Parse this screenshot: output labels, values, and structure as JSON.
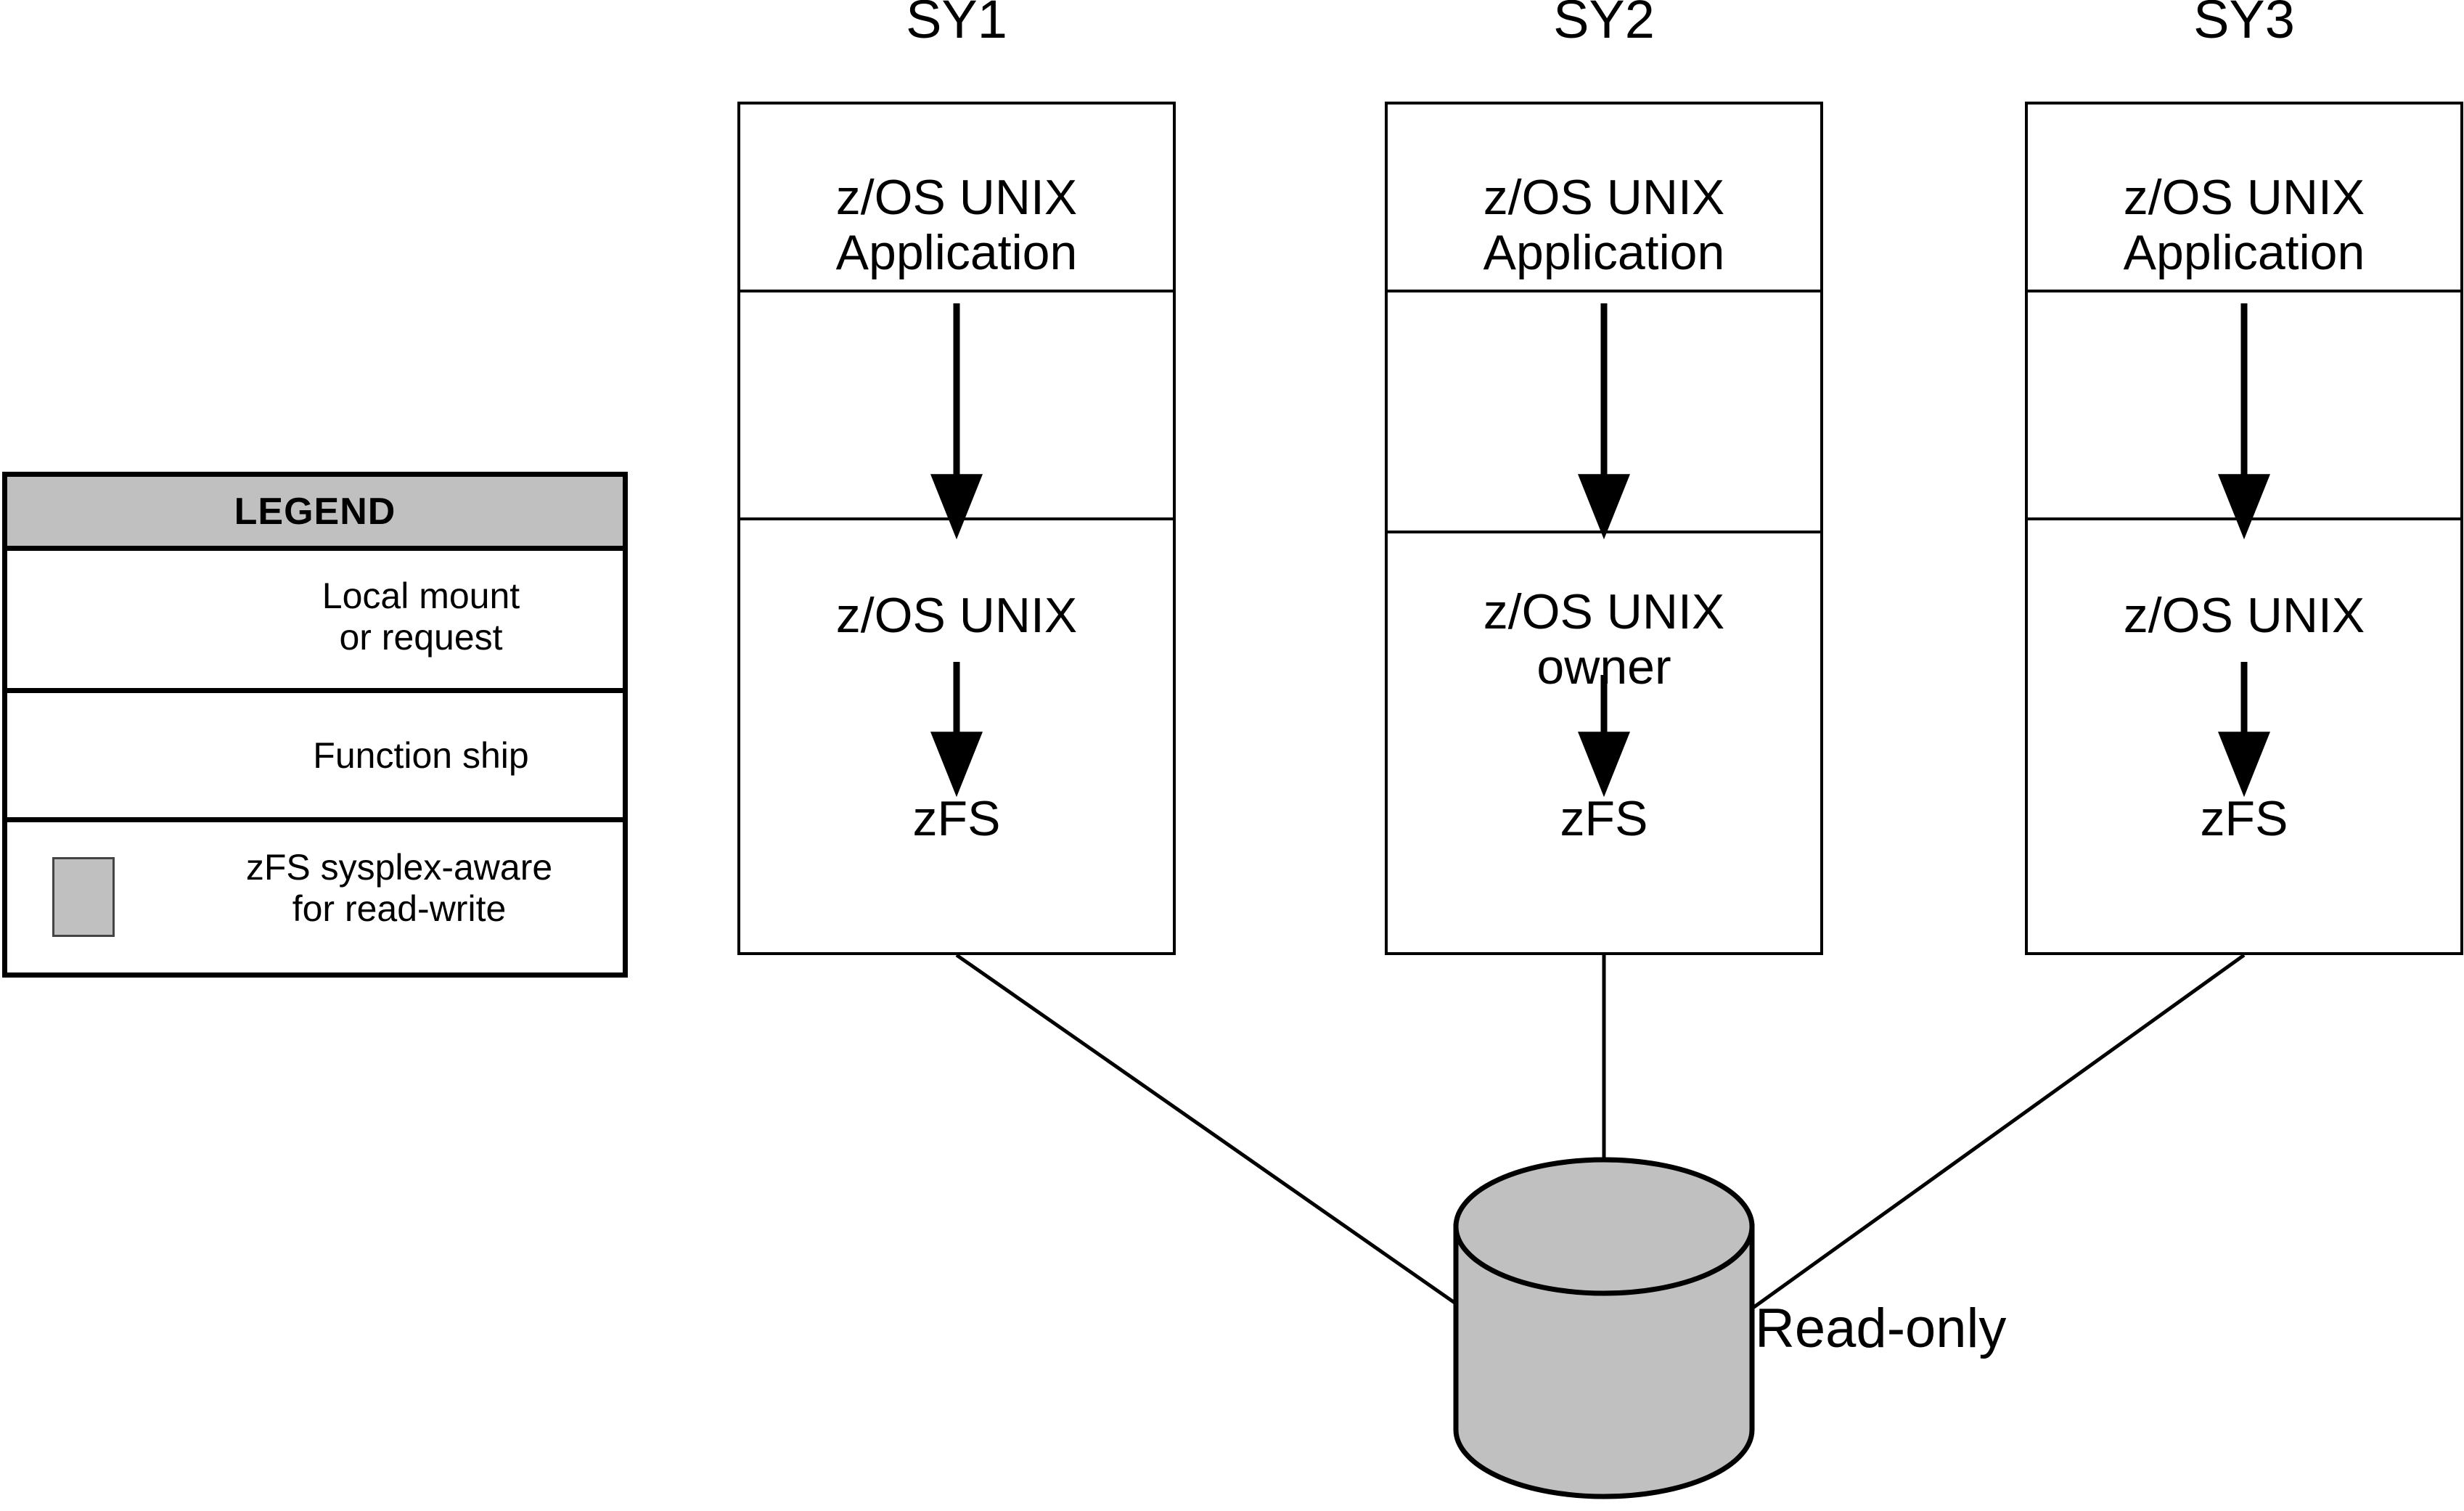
{
  "diagram": {
    "title_note": "zFS sysplex-aware read-only file system shared across three systems",
    "systems": [
      {
        "id": "sy1",
        "heading": "SY1",
        "layers": [
          {
            "name": "application",
            "lines": [
              "z/OS UNIX",
              "Application"
            ]
          },
          {
            "name": "zos-unix",
            "lines": [
              "z/OS UNIX"
            ]
          },
          {
            "name": "zfs",
            "lines": [
              "zFS"
            ]
          }
        ]
      },
      {
        "id": "sy2",
        "heading": "SY2",
        "layers": [
          {
            "name": "application",
            "lines": [
              "z/OS UNIX",
              "Application"
            ]
          },
          {
            "name": "zos-unix-owner",
            "lines": [
              "z/OS UNIX",
              "owner"
            ]
          },
          {
            "name": "zfs",
            "lines": [
              "zFS"
            ]
          }
        ]
      },
      {
        "id": "sy3",
        "heading": "SY3",
        "layers": [
          {
            "name": "application",
            "lines": [
              "z/OS UNIX",
              "Application"
            ]
          },
          {
            "name": "zos-unix",
            "lines": [
              "z/OS UNIX"
            ]
          },
          {
            "name": "zfs",
            "lines": [
              "zFS"
            ]
          }
        ]
      }
    ],
    "storage": {
      "name": "shared-file-system-cylinder",
      "caption": "Read-only",
      "fill_color": "#c0c0c0",
      "stroke_color": "#000000"
    }
  },
  "legend": {
    "heading": "LEGEND",
    "header_fill": "#c0c0c0",
    "items": [
      {
        "icon": "down-arrow-icon",
        "label_lines": [
          "Local mount",
          "or request"
        ],
        "label": "Local mount or request"
      },
      {
        "icon": "bidirectional-arrows-icon",
        "label_lines": [
          "Function ship"
        ],
        "label": "Function ship"
      },
      {
        "icon": "gray-swatch-icon",
        "label_lines": [
          "zFS sysplex-aware",
          "for read-write"
        ],
        "label": "zFS sysplex-aware for read-write",
        "swatch_color": "#c0c0c0"
      }
    ]
  },
  "colors": {
    "stroke": "#000000",
    "gray_fill": "#c0c0c0",
    "background": "#ffffff"
  }
}
